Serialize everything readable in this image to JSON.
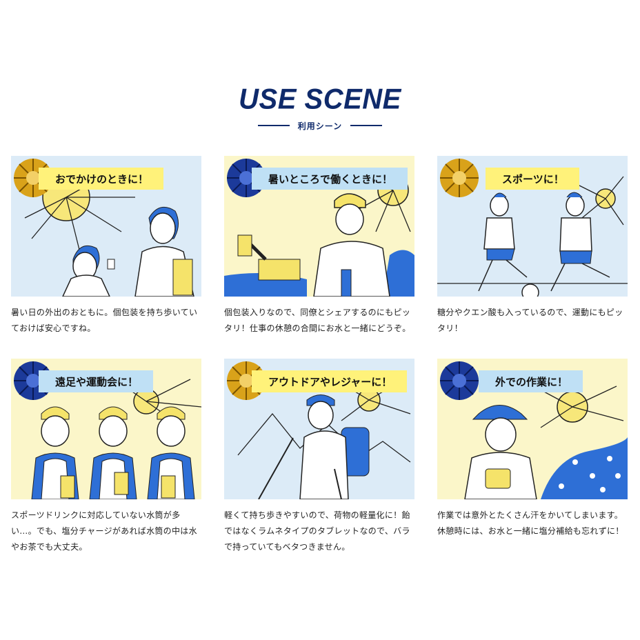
{
  "header": {
    "title": "USE SCENE",
    "subtitle": "利用シーン"
  },
  "colors": {
    "navy": "#0f2a6b",
    "blue": "#2e6fd6",
    "sky": "#dcebf7",
    "cream": "#fbf6c9",
    "yellow": "#f5e36a",
    "gold": "#d9a21a"
  },
  "scenes": [
    {
      "banner": "おでかけのときに！",
      "description": "暑い日の外出のおともに。個包装を持ち歩いていておけば安心ですね。",
      "pompom": "gold"
    },
    {
      "banner": "暑いところで働くときに！",
      "description": "個包装入りなので、同僚とシェアするのにもピッタリ！仕事の休憩の合間にお水と一緒にどうぞ。",
      "pompom": "navy"
    },
    {
      "banner": "スポーツに！",
      "description": "糖分やクエン酸も入っているので、運動にもピッタリ！",
      "pompom": "gold"
    },
    {
      "banner": "遠足や運動会に！",
      "description": "スポーツドリンクに対応していない水筒が多い…。でも、塩分チャージがあれば水筒の中は水やお茶でも大丈夫。",
      "pompom": "navy"
    },
    {
      "banner": "アウトドアやレジャーに！",
      "description": "軽くて持ち歩きやすいので、荷物の軽量化に！飴ではなくラムネタイプのタブレットなので、バラで持っていてもベタつきません。",
      "pompom": "gold"
    },
    {
      "banner": "外での作業に！",
      "description": "作業では意外とたくさん汗をかいてしまいます。休憩時には、お水と一緒に塩分補給も忘れずに！",
      "pompom": "navy"
    }
  ]
}
